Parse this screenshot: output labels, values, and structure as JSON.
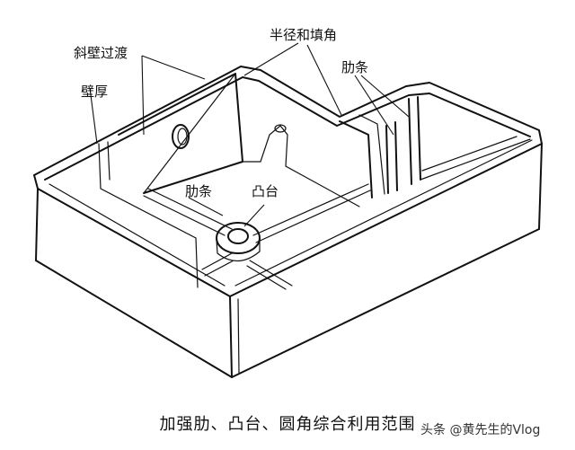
{
  "labels": {
    "inclined_wall": "斜壁过渡",
    "wall_thickness": "壁厚",
    "radius_fillet": "半径和填角",
    "rib_right": "肋条",
    "rib_left": "肋条",
    "boss": "凸台"
  },
  "caption": "加强肋、凸台、圆角综合利用范围",
  "watermark": "头条 @黄先生的Vlog",
  "colors": {
    "line": "#111111",
    "background": "#ffffff"
  }
}
